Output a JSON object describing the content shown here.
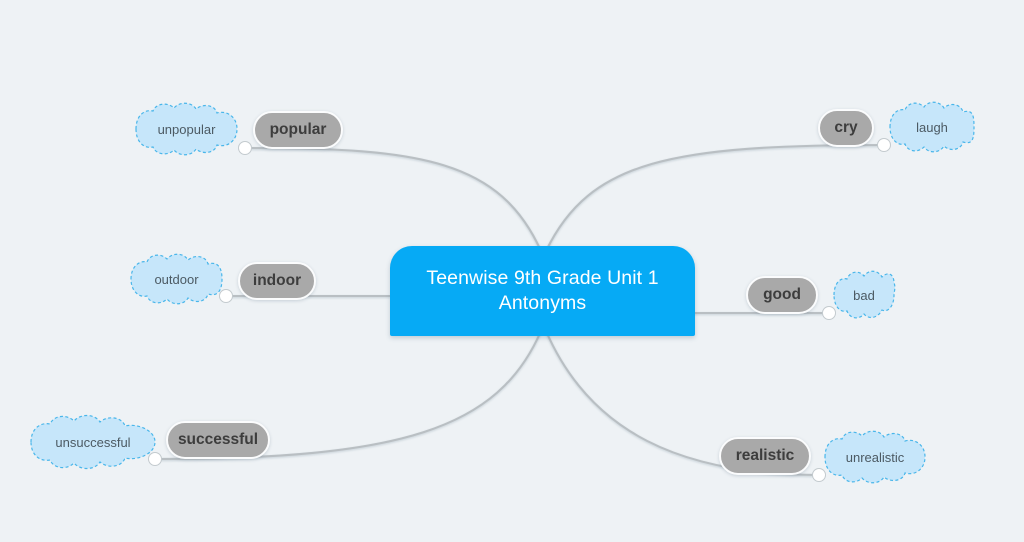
{
  "diagram": {
    "type": "mind-map",
    "background_color": "#eef2f5",
    "central": {
      "label": "Teenwise 9th Grade Unit 1 Antonyms",
      "line1": "Teenwise 9th Grade Unit 1",
      "line2": "Antonyms",
      "fill_color": "#06aaf5",
      "text_color": "#ffffff"
    },
    "style": {
      "pill_fill": "#a9a9a9",
      "pill_text": "#3d3d3d",
      "cloud_fill": "#c6e6fa",
      "cloud_border": "#49b6ea",
      "cloud_text": "#4c5a63",
      "edge_color": "#b9bfc3",
      "dot_fill": "#ffffff",
      "dot_border": "#c3cace"
    },
    "branches": [
      {
        "id": "popular",
        "side": "left",
        "word": "popular",
        "antonym": "unpopular"
      },
      {
        "id": "indoor",
        "side": "left",
        "word": "indoor",
        "antonym": "outdoor"
      },
      {
        "id": "successful",
        "side": "left",
        "word": "successful",
        "antonym": "unsuccessful"
      },
      {
        "id": "cry",
        "side": "right",
        "word": "cry",
        "antonym": "laugh"
      },
      {
        "id": "good",
        "side": "right",
        "word": "good",
        "antonym": "bad"
      },
      {
        "id": "realistic",
        "side": "right",
        "word": "realistic",
        "antonym": "unrealistic"
      }
    ]
  }
}
